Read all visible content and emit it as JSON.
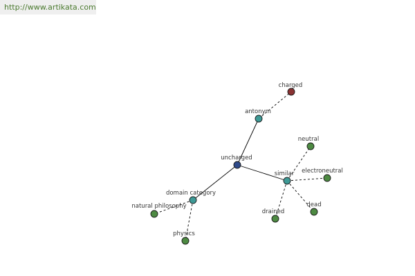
{
  "site": {
    "url": "http://www.artikata.com"
  },
  "colors": {
    "root": "#2f4a8a",
    "relation": "#3e9a96",
    "leaf": "#4d8a42",
    "antonym_leaf": "#8a3232",
    "edge": "#000000"
  },
  "graph": {
    "nodes": [
      {
        "id": "uncharged",
        "label": "uncharged",
        "kind": "root"
      },
      {
        "id": "antonym",
        "label": "antonym",
        "kind": "relation"
      },
      {
        "id": "charged",
        "label": "charged",
        "kind": "antonym_leaf"
      },
      {
        "id": "similar",
        "label": "similar",
        "kind": "relation"
      },
      {
        "id": "neutral",
        "label": "neutral",
        "kind": "leaf"
      },
      {
        "id": "electroneutral",
        "label": "electroneutral",
        "kind": "leaf"
      },
      {
        "id": "dead",
        "label": "dead",
        "kind": "leaf"
      },
      {
        "id": "drained",
        "label": "drained",
        "kind": "leaf"
      },
      {
        "id": "domain_category",
        "label": "domain category",
        "kind": "relation"
      },
      {
        "id": "natural_philosophy",
        "label": "natural philosophy",
        "kind": "leaf"
      },
      {
        "id": "physics",
        "label": "physics",
        "kind": "leaf"
      }
    ],
    "edges": [
      {
        "from": "uncharged",
        "to": "antonym",
        "style": "solid"
      },
      {
        "from": "uncharged",
        "to": "similar",
        "style": "solid"
      },
      {
        "from": "uncharged",
        "to": "domain_category",
        "style": "solid"
      },
      {
        "from": "antonym",
        "to": "charged",
        "style": "dashed"
      },
      {
        "from": "similar",
        "to": "neutral",
        "style": "dashed"
      },
      {
        "from": "similar",
        "to": "electroneutral",
        "style": "dashed"
      },
      {
        "from": "similar",
        "to": "dead",
        "style": "dashed"
      },
      {
        "from": "similar",
        "to": "drained",
        "style": "dashed"
      },
      {
        "from": "domain_category",
        "to": "natural_philosophy",
        "style": "dashed"
      },
      {
        "from": "domain_category",
        "to": "physics",
        "style": "dashed"
      }
    ]
  }
}
